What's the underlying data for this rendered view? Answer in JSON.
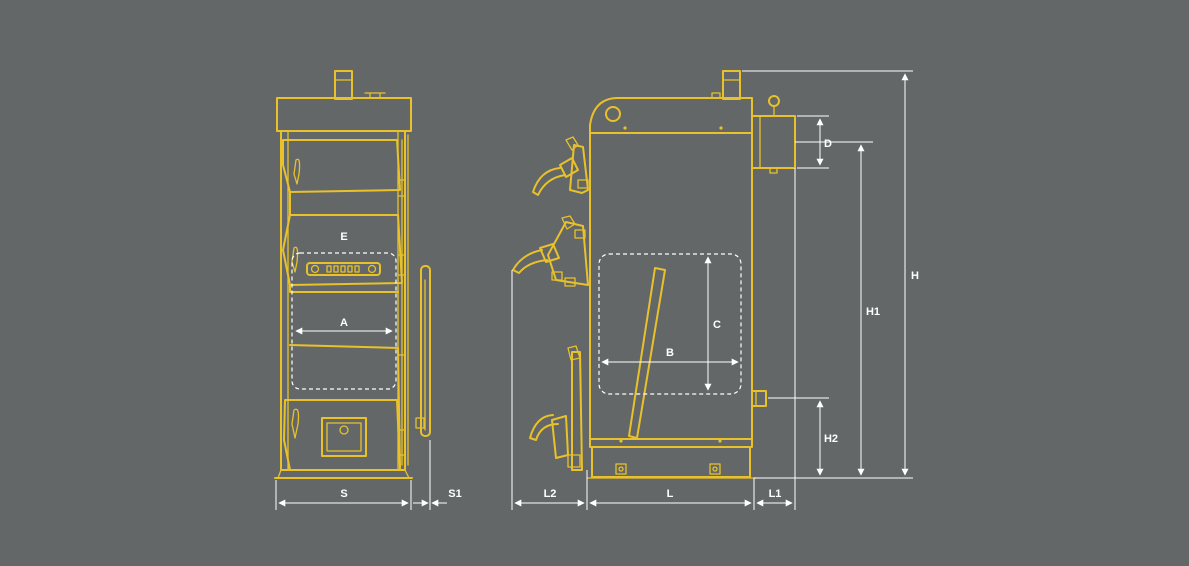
{
  "colors": {
    "background": "#636768",
    "outline": "#E8C12B",
    "dimension": "#FFFFFF"
  },
  "labels": {
    "E": "E",
    "A": "A",
    "S": "S",
    "S1": "S1",
    "B": "B",
    "C": "C",
    "D": "D",
    "H": "H",
    "H1": "H1",
    "H2": "H2",
    "L": "L",
    "L1": "L1",
    "L2": "L2"
  }
}
